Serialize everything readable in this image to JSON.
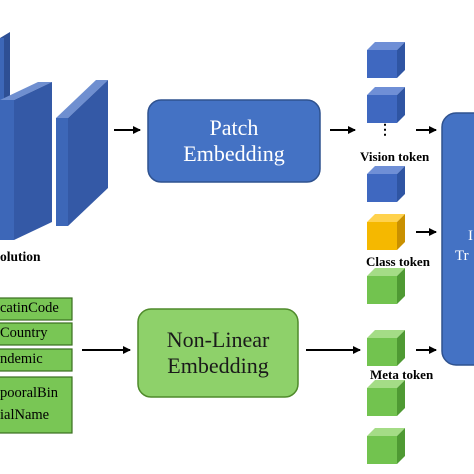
{
  "conv_label": "olution",
  "patch_embedding": {
    "line1": "Patch",
    "line2": "Embedding"
  },
  "nonlinear_embedding": {
    "line1": "Non-Linear",
    "line2": "Embedding"
  },
  "meta_fields": [
    "catinCode",
    "Country",
    "ndemic",
    "pooralBin",
    "ialName"
  ],
  "tokens": {
    "vision": "Vision token",
    "class": "Class token",
    "meta": "Meta token",
    "ellipsis": "⋮"
  },
  "transformer": {
    "line1": "I",
    "line2": "Tr"
  },
  "colors": {
    "conv_blue": "#3d67b8",
    "patch_fill": "#4472c4",
    "nonlinear_fill": "#8ed16a",
    "meta_field_fill": "#79c655",
    "vision_token": "#3f68c0",
    "class_token": "#f5b800",
    "meta_token": "#72c34f",
    "transformer_fill": "#4472c4"
  }
}
